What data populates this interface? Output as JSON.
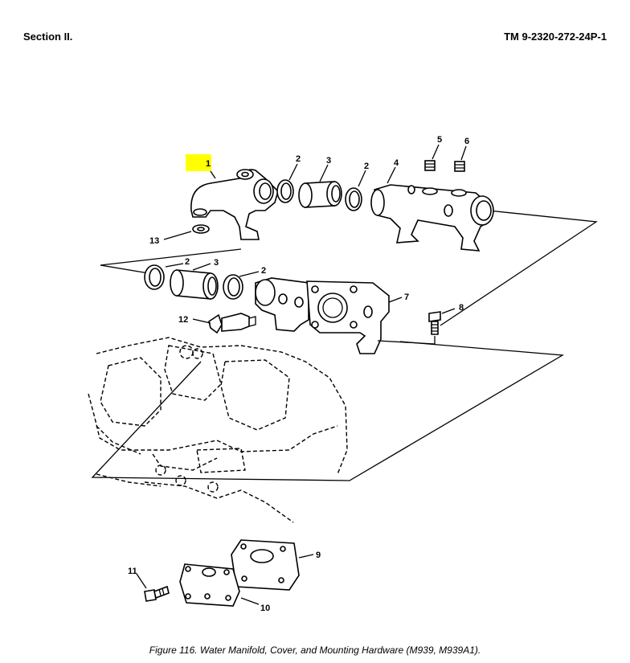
{
  "header": {
    "section": "Section II.",
    "tm_number": "TM 9-2320-272-24P-1"
  },
  "caption": "Figure 116.  Water Manifold, Cover, and Mounting Hardware (M939, M939A1).",
  "highlight_color": "#ffff00",
  "callouts": {
    "c1": "1",
    "c2a": "2",
    "c3a": "3",
    "c2b": "2",
    "c4": "4",
    "c5": "5",
    "c6": "6",
    "c13": "13",
    "c2c": "2",
    "c3b": "3",
    "c2d": "2",
    "c7": "7",
    "c8": "8",
    "c12": "12",
    "c9": "9",
    "c10": "10",
    "c11": "11"
  }
}
